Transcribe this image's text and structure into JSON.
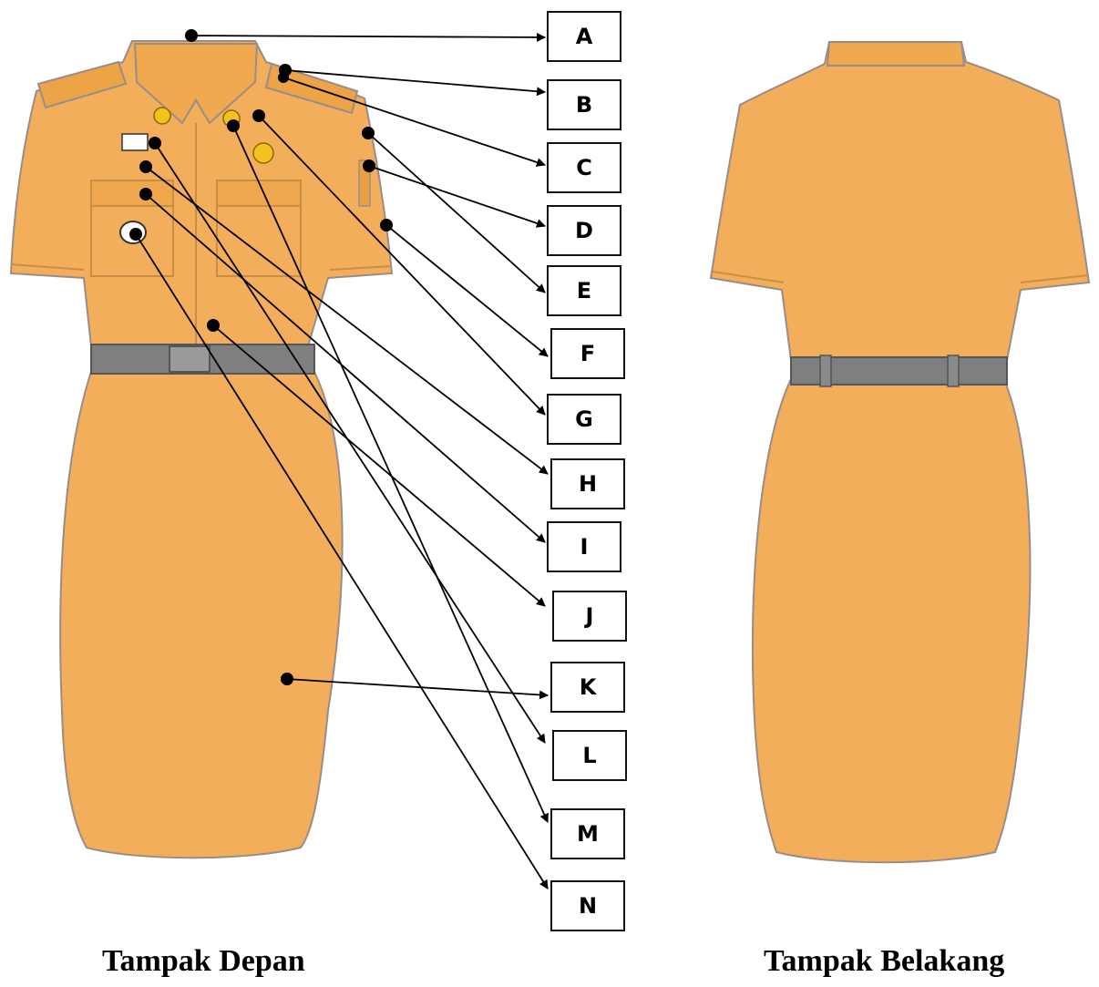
{
  "captions": {
    "front": "Tampak Depan",
    "back": "Tampak Belakang"
  },
  "labels": [
    "A",
    "B",
    "C",
    "D",
    "E",
    "F",
    "G",
    "H",
    "I",
    "J",
    "K",
    "L",
    "M",
    "N"
  ],
  "colors": {
    "uniform": "#F2AE5A",
    "uniform_outline": "#9A8C88",
    "belt": "#7F7F7F",
    "insignia_yellow": "#F4C21E",
    "line": "#000000"
  }
}
